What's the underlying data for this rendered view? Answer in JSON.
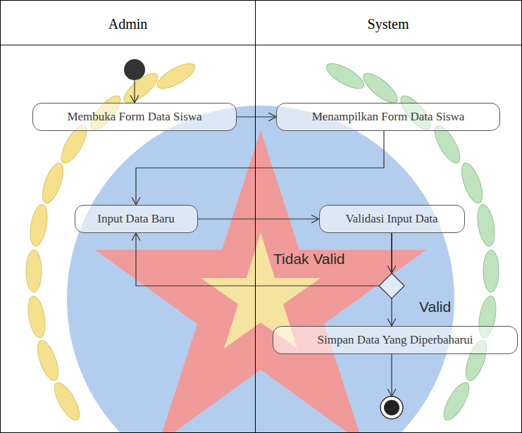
{
  "diagram": {
    "nodes": [
      {
        "text": [
          "Admin"
        ]
      },
      {
        "text": [
          "System"
        ]
      },
      {
        "text": [
          "Membuka Form Data Siswa"
        ],
        "in": 0
      },
      {
        "text": [
          "Menampilkan Form Data Siswa"
        ],
        "in": 1
      },
      {
        "text": [
          "Input Data Baru"
        ],
        "in": 0
      },
      {
        "text": [
          "Validasi Input Data"
        ],
        "in": 1
      },
      {
        "text": [
          "Simpan Data Yang Diperbaharui"
        ],
        "in": 1
      }
    ],
    "edges": [
      {
        "from": 2,
        "to": 3,
        "arrow": "to"
      },
      {
        "from": 3,
        "to": 4,
        "arrow": "to"
      },
      {
        "from": 4,
        "to": 5,
        "arrow": "to"
      },
      {
        "from": 5,
        "to": 6,
        "arrow": "to",
        "label": "Valid"
      },
      {
        "from": 5,
        "to": 4,
        "arrow": "to",
        "label": "Tidak Valid"
      }
    ]
  }
}
